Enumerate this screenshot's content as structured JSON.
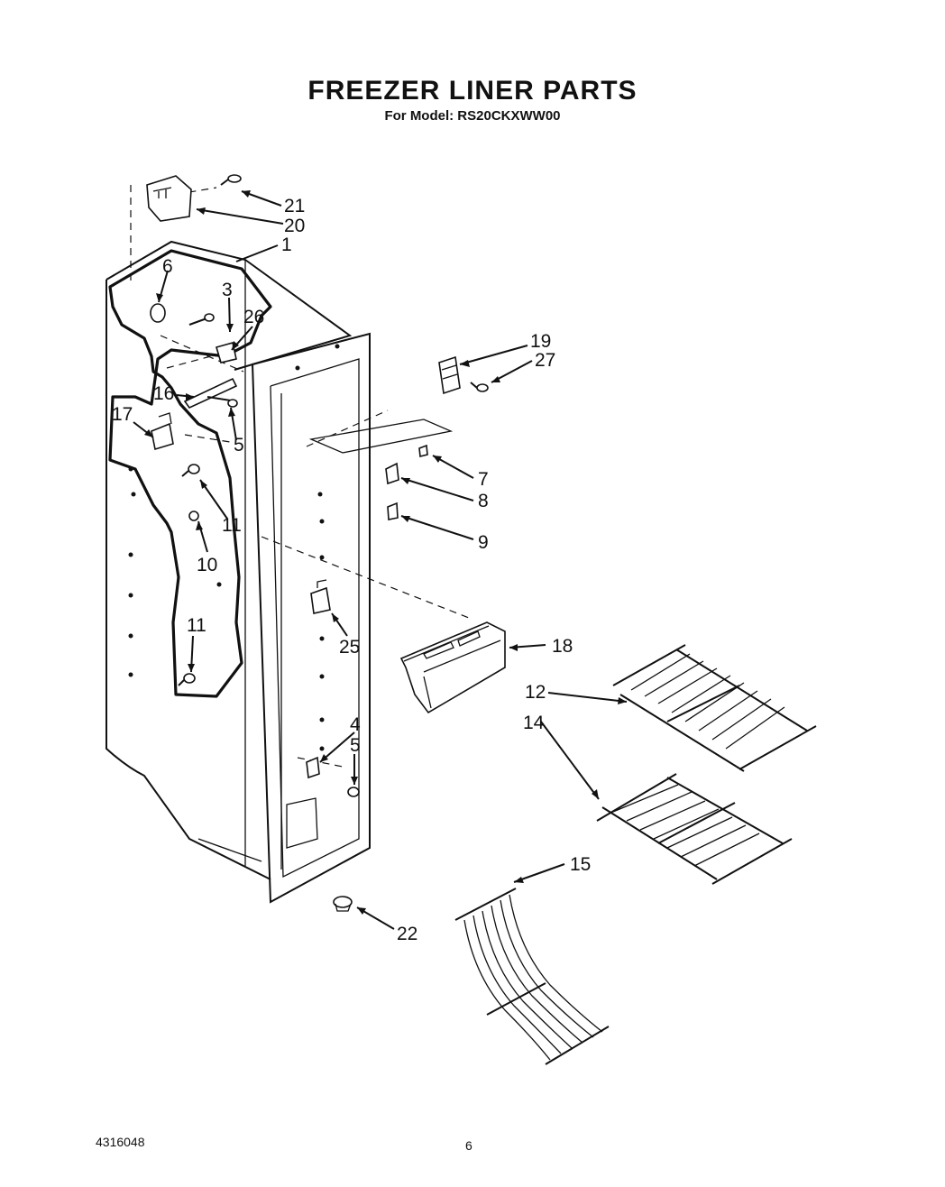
{
  "title": "FREEZER LINER PARTS",
  "subtitle": "For Model: RS20CKXWW00",
  "document_number": "4316048",
  "page_number": "6",
  "callouts": [
    {
      "id": "c21",
      "text": "21"
    },
    {
      "id": "c20",
      "text": "20"
    },
    {
      "id": "c1",
      "text": "1"
    },
    {
      "id": "c6",
      "text": "6"
    },
    {
      "id": "c3",
      "text": "3"
    },
    {
      "id": "c26",
      "text": "26"
    },
    {
      "id": "c16",
      "text": "16"
    },
    {
      "id": "c17",
      "text": "17"
    },
    {
      "id": "c5a",
      "text": "5"
    },
    {
      "id": "c11a",
      "text": "11"
    },
    {
      "id": "c10",
      "text": "10"
    },
    {
      "id": "c11b",
      "text": "11"
    },
    {
      "id": "c19",
      "text": "19"
    },
    {
      "id": "c27",
      "text": "27"
    },
    {
      "id": "c7",
      "text": "7"
    },
    {
      "id": "c8",
      "text": "8"
    },
    {
      "id": "c9",
      "text": "9"
    },
    {
      "id": "c25",
      "text": "25"
    },
    {
      "id": "c18",
      "text": "18"
    },
    {
      "id": "c12",
      "text": "12"
    },
    {
      "id": "c14",
      "text": "14"
    },
    {
      "id": "c4",
      "text": "4"
    },
    {
      "id": "c5b",
      "text": "5"
    },
    {
      "id": "c15",
      "text": "15"
    },
    {
      "id": "c22",
      "text": "22"
    }
  ]
}
